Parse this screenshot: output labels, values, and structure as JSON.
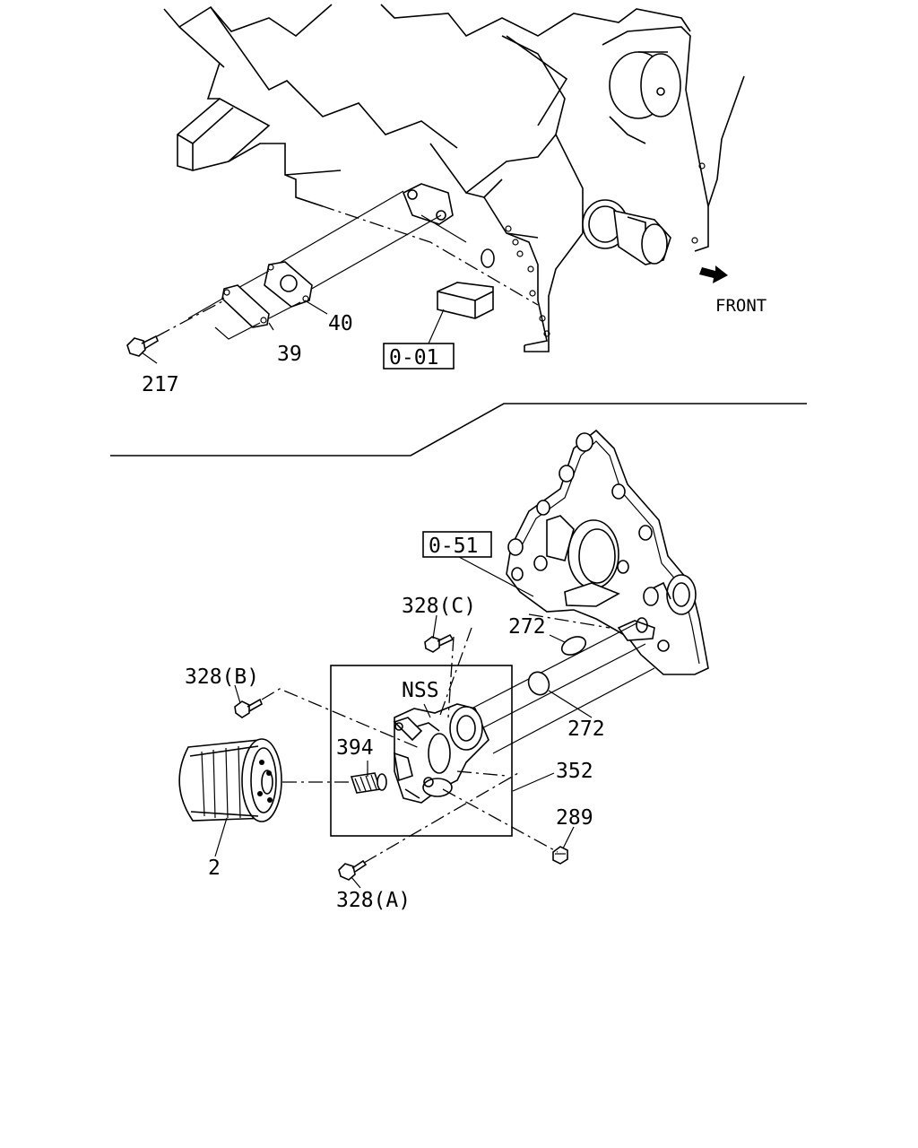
{
  "callouts": {
    "p217": "217",
    "p39": "39",
    "p40": "40",
    "ref001": "0-01",
    "front": "FRONT",
    "ref051": "0-51",
    "p328c": "328(C)",
    "p272a": "272",
    "p328b": "328(B)",
    "nss": "NSS",
    "p272b": "272",
    "p394": "394",
    "p352": "352",
    "p289": "289",
    "p2": "2",
    "p328a": "328(A)"
  }
}
